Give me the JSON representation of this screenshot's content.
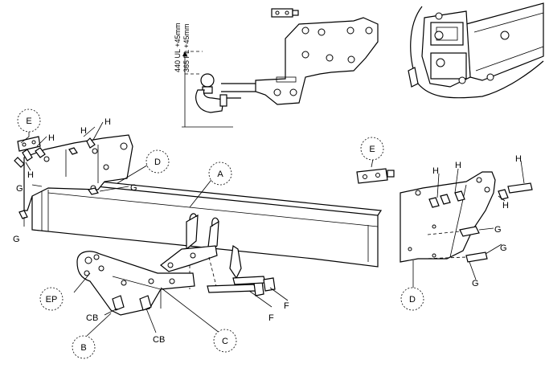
{
  "dimension": {
    "line1": "440 UL +45mm",
    "line2": "365 FL +45mm"
  },
  "callouts": {
    "A": "A",
    "B": "B",
    "C": "C",
    "D_left": "D",
    "D_right": "D",
    "E_left": "E",
    "E_right": "E",
    "EP": "EP",
    "CB_1": "CB",
    "CB_2": "CB",
    "F_1": "F",
    "F_2": "F",
    "G_1": "G",
    "G_2": "G",
    "G_3": "G",
    "G_4": "G",
    "G_5": "G",
    "G_6": "G",
    "H_1": "H",
    "H_2": "H",
    "H_3": "H",
    "H_4": "H",
    "H_5": "H",
    "H_6": "H",
    "H_7": "H"
  }
}
